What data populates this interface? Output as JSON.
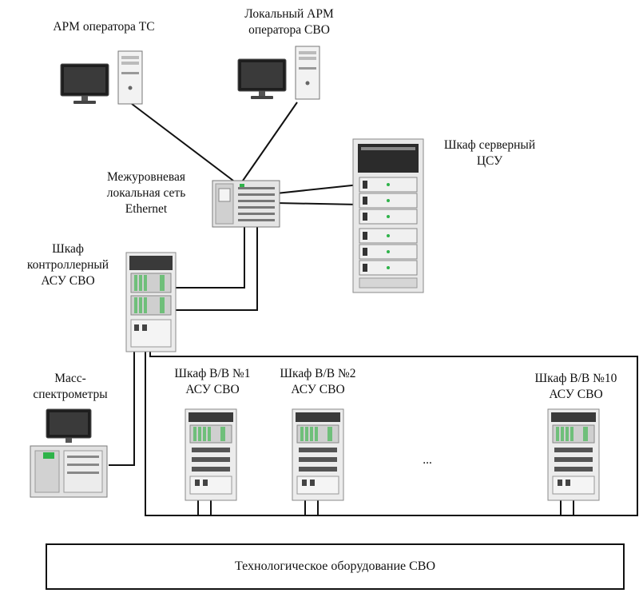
{
  "labels": {
    "arm_ts": "АРМ оператора ТС",
    "local_arm_line1": "Локальный АРМ",
    "local_arm_line2": "оператора СВО",
    "server_cabinet_line1": "Шкаф серверный",
    "server_cabinet_line2": "ЦСУ",
    "network_line1": "Межуровневая",
    "network_line2": "локальная сеть",
    "network_line3": "Ethernet",
    "controller_line1": "Шкаф",
    "controller_line2": "контроллерный",
    "controller_line3": "АСУ СВО",
    "mass_spec_line1": "Масс-",
    "mass_spec_line2": "спектрометры",
    "io1_line1": "Шкаф В/В №1",
    "io1_line2": "АСУ СВО",
    "io2_line1": "Шкаф В/В №2",
    "io2_line2": "АСУ СВО",
    "io10_line1": "Шкаф В/В №10",
    "io10_line2": "АСУ СВО",
    "ellipsis": "...",
    "equipment": "Технологическое оборудование СВО"
  },
  "colors": {
    "wire": "#111111",
    "cabinet_body": "#e8e8e8",
    "cabinet_edge": "#8a8a8a",
    "module_green": "#6fbf7a",
    "screen": "#2b2b2b",
    "led": "#2fb34a"
  }
}
